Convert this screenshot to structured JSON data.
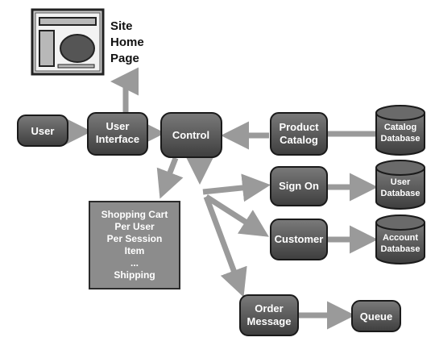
{
  "site_home": {
    "lines": [
      "Site",
      "Home",
      "Page"
    ]
  },
  "nodes": {
    "user": [
      "User"
    ],
    "user_interface": [
      "User",
      "Interface"
    ],
    "control": [
      "Control"
    ],
    "product_catalog": [
      "Product",
      "Catalog"
    ],
    "sign_on": [
      "Sign On"
    ],
    "customer": [
      "Customer"
    ],
    "order_message": [
      "Order",
      "Message"
    ],
    "queue": [
      "Queue"
    ]
  },
  "databases": {
    "catalog": [
      "Catalog",
      "Database"
    ],
    "user": [
      "User",
      "Database"
    ],
    "account": [
      "Account",
      "Database"
    ]
  },
  "session_store": {
    "lines": [
      "Shopping Cart",
      "Per User",
      "Per Session",
      "Item",
      "...",
      "Shipping"
    ]
  },
  "colors": {
    "node_fill": "#5a5a5a",
    "node_stroke": "#1a1a1a",
    "arrow": "#9a9a9a",
    "store_fill": "#8c8c8c",
    "page_frame": "#c8c8c8"
  }
}
